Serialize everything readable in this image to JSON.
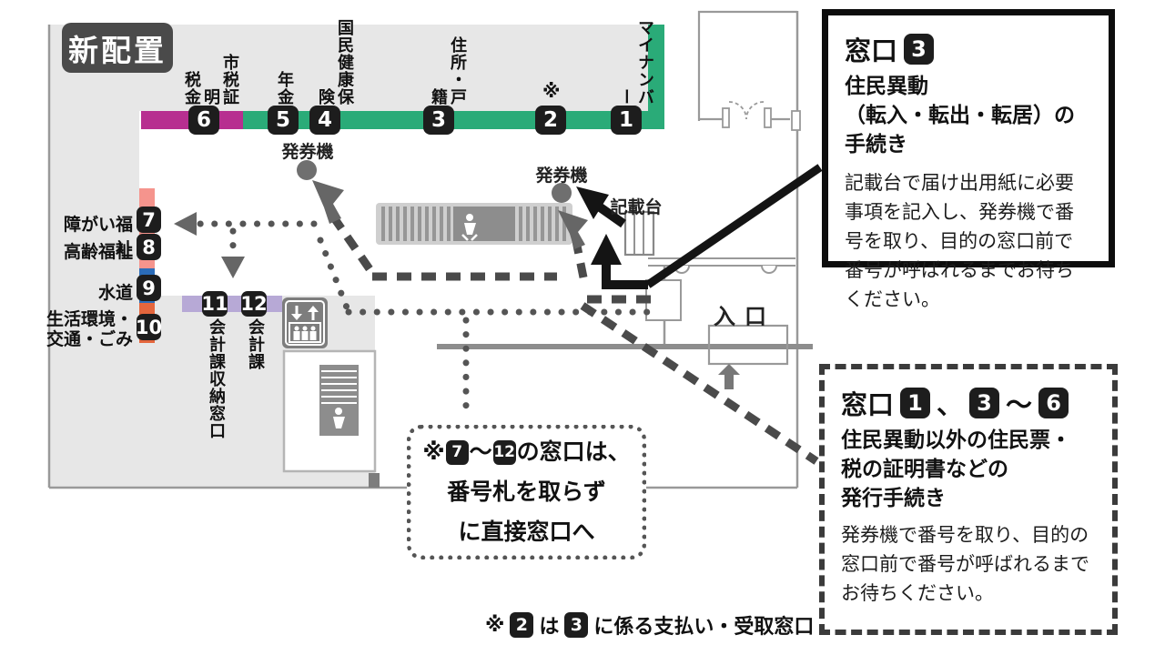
{
  "plan_title": "新配置",
  "top_counters": [
    {
      "num": "1",
      "label": "マイナンバー"
    },
    {
      "num": "2",
      "label": "※"
    },
    {
      "num": "3",
      "label": "住所・戸籍"
    },
    {
      "num": "4",
      "label": "国民健康保険"
    },
    {
      "num": "5",
      "label": "年金"
    },
    {
      "num": "6",
      "label": "市税証明\n税金"
    }
  ],
  "left_counters": [
    {
      "num": "7",
      "label": "障がい福祉"
    },
    {
      "num": "8",
      "label": "高齢福祉"
    },
    {
      "num": "9",
      "label": "水道"
    },
    {
      "num": "10",
      "label": "生活環境・\n交通・ごみ"
    }
  ],
  "bottom_counters": [
    {
      "num": "11",
      "label": "会計課収納窓口"
    },
    {
      "num": "12",
      "label": "会計課"
    }
  ],
  "map_labels": {
    "ticket_machine_1": "発券機",
    "ticket_machine_2": "発券機",
    "writing_desk": "記載台",
    "entrance": "入口"
  },
  "info_box_1": {
    "title_prefix": "窓口",
    "badge": "3",
    "subtitle_line1": "住民異動",
    "subtitle_line2": "（転入・転出・転居）の手続き",
    "body": "記載台で届け出用紙に必要事項を記入し、発券機で番号を取り、目的の窓口前で番号が呼ばれるまでお待ちください。"
  },
  "info_box_2": {
    "title_prefix": "窓口",
    "badge1": "1",
    "separator": "、",
    "badge2": "3",
    "tilde": "～",
    "badge3": "6",
    "subtitle_line1": "住民異動以外の住民票・",
    "subtitle_line2": "税の証明書などの",
    "subtitle_line3": "発行手続き",
    "body": "発券機で番号を取り、目的の窓口前で番号が呼ばれるまでお待ちください。"
  },
  "note_box": {
    "prefix": "※",
    "badge_from": "7",
    "tilde": "～",
    "badge_to": "12",
    "line1_suffix": "の窓口は、",
    "line2": "番号札を取らず",
    "line3": "に直接窓口へ"
  },
  "footnote": {
    "prefix": "※",
    "badge1": "2",
    "mid": "は",
    "badge2": "3",
    "suffix": "に係る支払い・受取窓口"
  },
  "colors": {
    "green": "#2aab78",
    "magenta": "#b72f90",
    "pink": "#f5948d",
    "blue": "#2b6cb8",
    "orange": "#e4663d",
    "purple": "#b7a9d6",
    "badge_black": "#1d1d1d",
    "floor_gray": "#e7e7e7"
  }
}
